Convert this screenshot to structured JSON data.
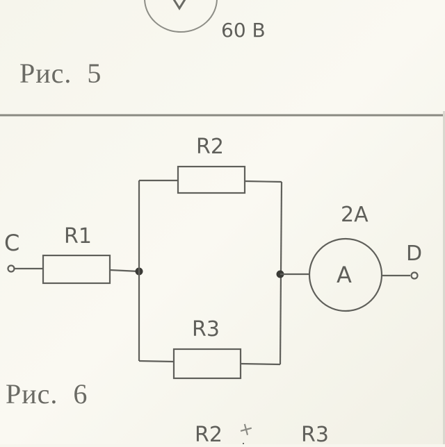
{
  "figure5": {
    "voltmeter_symbol": "V",
    "voltage_label": "60 В",
    "caption": "Рис.  5"
  },
  "figure6": {
    "caption": "Рис.  6",
    "terminals": {
      "left": "C",
      "right": "D"
    },
    "resistors": [
      {
        "id": "R1",
        "label": "R1",
        "position": "series-left"
      },
      {
        "id": "R2",
        "label": "R2",
        "position": "parallel-top"
      },
      {
        "id": "R3",
        "label": "R3",
        "position": "parallel-bottom"
      }
    ],
    "ammeter": {
      "symbol": "A",
      "reading": "2A"
    }
  },
  "bottom_partial_text": {
    "left": "R2",
    "mark": "+",
    "right": "R3"
  },
  "colors": {
    "ink": "#5f5f5a",
    "paper": "#f7f6ee",
    "rule": "#8a8a82"
  }
}
